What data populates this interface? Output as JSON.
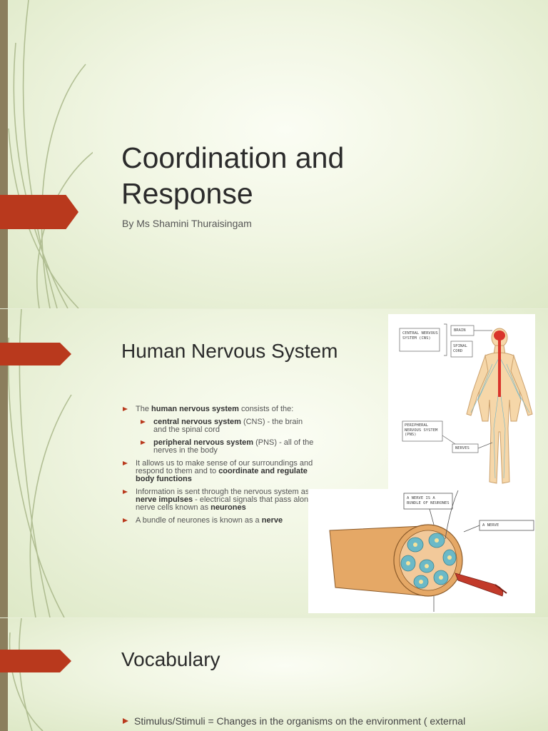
{
  "slide1": {
    "title": "Coordination and Response",
    "subtitle": "By Ms Shamini Thuraisingam"
  },
  "slide2": {
    "title": "Human Nervous System",
    "bullets": [
      {
        "pre": "The ",
        "bold": "human nervous system",
        "post": " consists of the:"
      },
      {
        "pre": "",
        "bold": "central nervous system",
        "post": " (CNS) - the brain and the spinal cord"
      },
      {
        "pre": "",
        "bold": "peripheral nervous system",
        "post": " (PNS) - all of the nerves in the body"
      },
      {
        "pre": "It allows us to make sense of our surroundings and respond to them and to ",
        "bold": "coordinate and regulate body functions",
        "post": ""
      },
      {
        "pre": "Information is sent through the nervous system as ",
        "bold": "nerve impulses",
        "post": " - electrical signals that pass along nerve cells known as "
      },
      {
        "pre": "A bundle of neurones is known as a ",
        "bold": "nerve",
        "post": ""
      }
    ],
    "bullet5_bold2": "neurones",
    "figure_body_labels": {
      "cns": "Central nervous system (CNS)",
      "brain": "Brain",
      "spinal": "Spinal cord",
      "pns": "Peripheral nervous system (PNS)",
      "nerves": "Nerves"
    },
    "figure_nerve_labels": {
      "bundle": "A nerve is a bundle of neurones",
      "nerve": "A nerve"
    }
  },
  "slide3": {
    "title": "Vocabulary",
    "line": "Stimulus/Stimuli = Changes  in the organisms on the environment ( external"
  },
  "colors": {
    "accent": "#b9391d",
    "bar": "#8b7e5d",
    "title": "#2b2b2b"
  }
}
